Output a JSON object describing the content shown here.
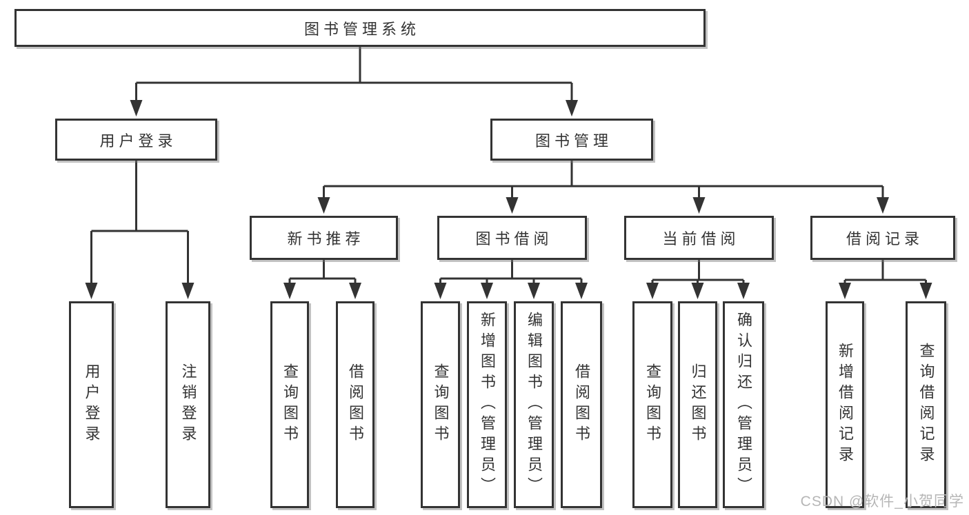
{
  "diagram": {
    "title": "图书管理系统",
    "watermark": "CSDN @软件_小贺同学",
    "colors": {
      "line": "#333333",
      "text": "#333333",
      "box_background": "#ffffff",
      "watermark": "#b6b6b6",
      "background": "#ffffff"
    },
    "nodes": {
      "root": "图书管理系统",
      "user_login_group": "用户登录",
      "book_management": "图书管理",
      "new_book_recommend": "新书推荐",
      "book_borrow": "图书借阅",
      "current_borrow": "当前借阅",
      "borrow_records": "借阅记录",
      "user_login": "用户登录",
      "logout": "注销登录",
      "nbr_query_book": "查询图书",
      "nbr_borrow_book": "借阅图书",
      "bb_query_book": "查询图书",
      "bb_add_book": "新增图书（管理员）",
      "bb_edit_book": "编辑图书（管理员）",
      "bb_borrow_book": "借阅图书",
      "cb_query_book": "查询图书",
      "cb_return_book": "归还图书",
      "cb_confirm_return": "确认归还（管理员）",
      "br_add_record": "新增借阅记录",
      "br_query_record": "查询借阅记录"
    }
  }
}
